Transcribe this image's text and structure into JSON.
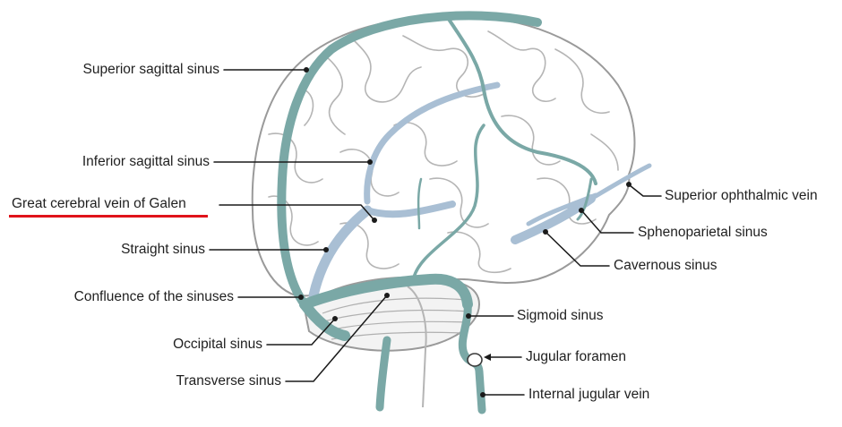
{
  "figure": {
    "labels": {
      "superior_sagittal_sinus": "Superior sagittal sinus",
      "inferior_sagittal_sinus": "Inferior sagittal sinus",
      "great_cerebral_vein": "Great cerebral vein of Galen",
      "straight_sinus": "Straight sinus",
      "confluence": "Confluence of the sinuses",
      "occipital_sinus": "Occipital sinus",
      "transverse_sinus": "Transverse sinus",
      "superior_ophthalmic_vein": "Superior ophthalmic vein",
      "sphenoparietal_sinus": "Sphenoparietal sinus",
      "cavernous_sinus": "Cavernous sinus",
      "sigmoid_sinus": "Sigmoid sinus",
      "jugular_foramen": "Jugular foramen",
      "internal_jugular_vein": "Internal jugular vein"
    },
    "highlighted_label": "Great cerebral vein of Galen",
    "colors": {
      "sinus": "#7aa8a6",
      "deep_vein": "#a9bfd4",
      "brain_outline": "#9a9a9a",
      "leader_line": "#1a1a1a",
      "highlight_underline": "#e0131a"
    }
  }
}
